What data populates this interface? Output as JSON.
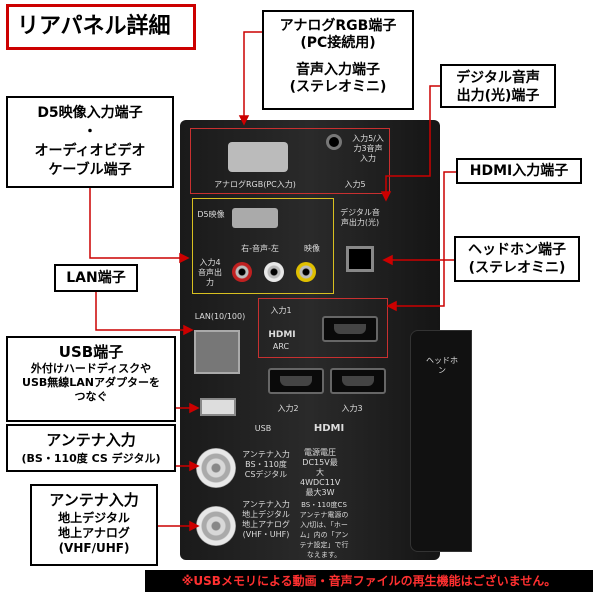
{
  "title": "リアパネル詳細",
  "callouts": {
    "analog_rgb_1": "アナログRGB端子",
    "analog_rgb_2": "(PC接続用)",
    "audio_in_1": "音声入力端子",
    "audio_in_2": "(ステレオミニ)",
    "digital_audio_1": "デジタル音声",
    "digital_audio_2": "出力(光)端子",
    "d5_1": "D5映像入力端子",
    "d5_2": "・",
    "d5_3": "オーディオビデオ",
    "d5_4": "ケーブル端子",
    "hdmi_in": "HDMI入力端子",
    "headphone_1": "ヘッドホン端子",
    "headphone_2": "(ステレオミニ)",
    "lan": "LAN端子",
    "usb_title": "USB端子",
    "usb_1": "外付けハードディスクや",
    "usb_2": "USB無線LANアダプターを",
    "usb_3": "つなぐ",
    "antenna_bs_title": "アンテナ入力",
    "antenna_bs_sub": "(BS・110度 CS デジタル)",
    "antenna_ter_title": "アンテナ入力",
    "antenna_ter_1": "地上デジタル",
    "antenna_ter_2": "地上アナログ",
    "antenna_ter_3": "(VHF/UHF)"
  },
  "panel": {
    "input5": "入力5/入力3音声入力",
    "analog_rgb_label": "アナログRGB(PC入力)",
    "input5_label": "入力5",
    "d5": "D5映像",
    "input4": "入力4音声出力",
    "rca_label": "右-音声-左",
    "video": "映像",
    "digital_audio": "デジタル音声出力(光)",
    "lan": "LAN(10/100)",
    "input1": "入力1",
    "hdmi": "HDMI",
    "arc": "ARC",
    "input2": "入力2",
    "input3": "入力3",
    "usb": "USB",
    "antenna_bs": "アンテナ入力BS・110度CSデジタル",
    "antenna_ter": "アンテナ入力地上デジタル地上アナログ(VHF・UHF)",
    "power": "電源電圧DC15V最大4WDC11V最大3W",
    "bs_note": "BS・110度CSアンテナ電源の入/切は、「ホーム」内の「アンテナ設定」で行なえます。",
    "headphone": "ヘッドホン"
  },
  "notice": "※USBメモリによる動画・音声ファイルの再生機能はございません。",
  "colors": {
    "accent": "#cc0000",
    "frame_red": "#c83030",
    "frame_yellow": "#d8c020",
    "panel": "#1e1e1e"
  }
}
